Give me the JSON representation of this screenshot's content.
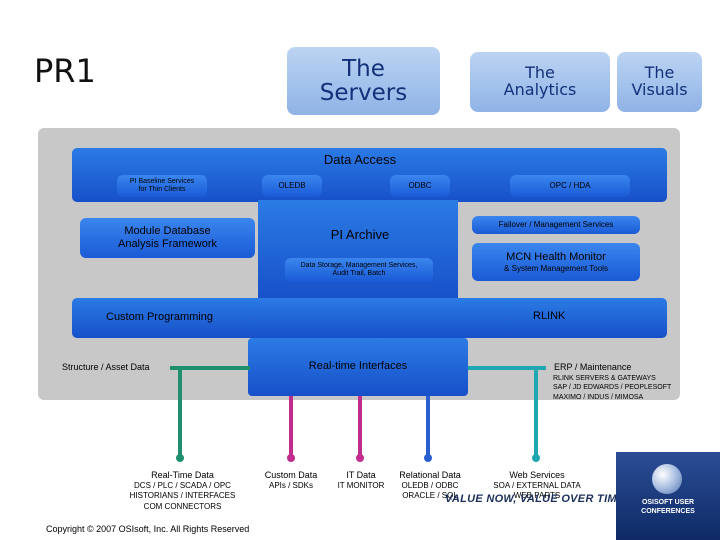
{
  "slide": {
    "title": "PR1",
    "copyright": "Copyright © 2007 OSIsoft, Inc. All Rights Reserved"
  },
  "header": {
    "servers": "The\nServers",
    "analytics": "The\nAnalytics",
    "visuals": "The\nVisuals"
  },
  "core": {
    "data_access": "Data Access",
    "baseline": "PI Baseline Services\nfor Thin Clients",
    "oledb": "OLEDB",
    "odbc": "ODBC",
    "opc_hda": "OPC / HDA",
    "module_db": "Module Database\nAnalysis Framework",
    "pi_archive": "PI Archive",
    "failover": "Failover / Management Services",
    "storage": "Data Storage, Management Services,\nAudit Trail, Batch",
    "mcn": "MCN Health Monitor",
    "system_tools": "& System Management Tools",
    "custom_programming": "Custom Programming",
    "rlink": "RLINK",
    "realtime_interfaces": "Real-time Interfaces"
  },
  "outside": {
    "structure": "Structure / Asset Data",
    "erp_title": "ERP / Maintenance",
    "erp_detail": "RLINK SERVERS & GATEWAYS\nSAP / JD EDWARDS / PEOPLESOFT\nMAXIMO / INDUS / MIMOSA"
  },
  "bottom": {
    "realtime_title": "Real-Time Data",
    "realtime_detail": "DCS / PLC / SCADA / OPC\nHISTORIANS / INTERFACES\nCOM CONNECTORS",
    "custom_title": "Custom Data",
    "custom_detail": "APIs / SDKs",
    "it_title": "IT Data",
    "it_detail": "IT MONITOR",
    "relational_title": "Relational Data",
    "relational_detail": "OLEDB / ODBC\nORACLE / SQL",
    "web_title": "Web Services",
    "web_detail": "SOA / EXTERNAL DATA\nWEB PARTS"
  },
  "logo": {
    "tagline": "VALUE NOW, VALUE OVER TIME",
    "badge": "OSISOFT USER\nCONFERENCES"
  },
  "colors": {
    "panel": "#c8c8c8",
    "core_blue": "#1f66dd",
    "pill": "#a7c3ee",
    "line_green": "#1f8f6e",
    "line_magenta": "#c12c8e",
    "line_blue": "#2a5fd0",
    "line_teal": "#1ea7b0"
  }
}
